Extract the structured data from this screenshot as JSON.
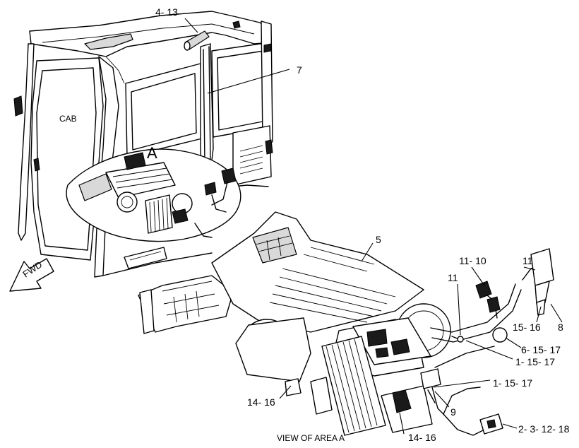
{
  "labels": {
    "cab": "CAB",
    "area": "A",
    "fwd": "FWD",
    "view": "VIEW OF AREA A",
    "c_4_13": "4- 13",
    "c_7": "7",
    "c_5": "5",
    "c_11_10": "11- 10",
    "c_11_top": "11",
    "c_11_mid": "11",
    "c_15_16": "15- 16",
    "c_8": "8",
    "c_6_15_17": "6- 15- 17",
    "c_1_15_17_a": "1- 15- 17",
    "c_1_15_17_b": "1- 15- 17",
    "c_9": "9",
    "c_14_16_left": "14- 16",
    "c_14_16_bottom": "14- 16",
    "c_2_3_12_18": "2- 3- 12- 18"
  }
}
